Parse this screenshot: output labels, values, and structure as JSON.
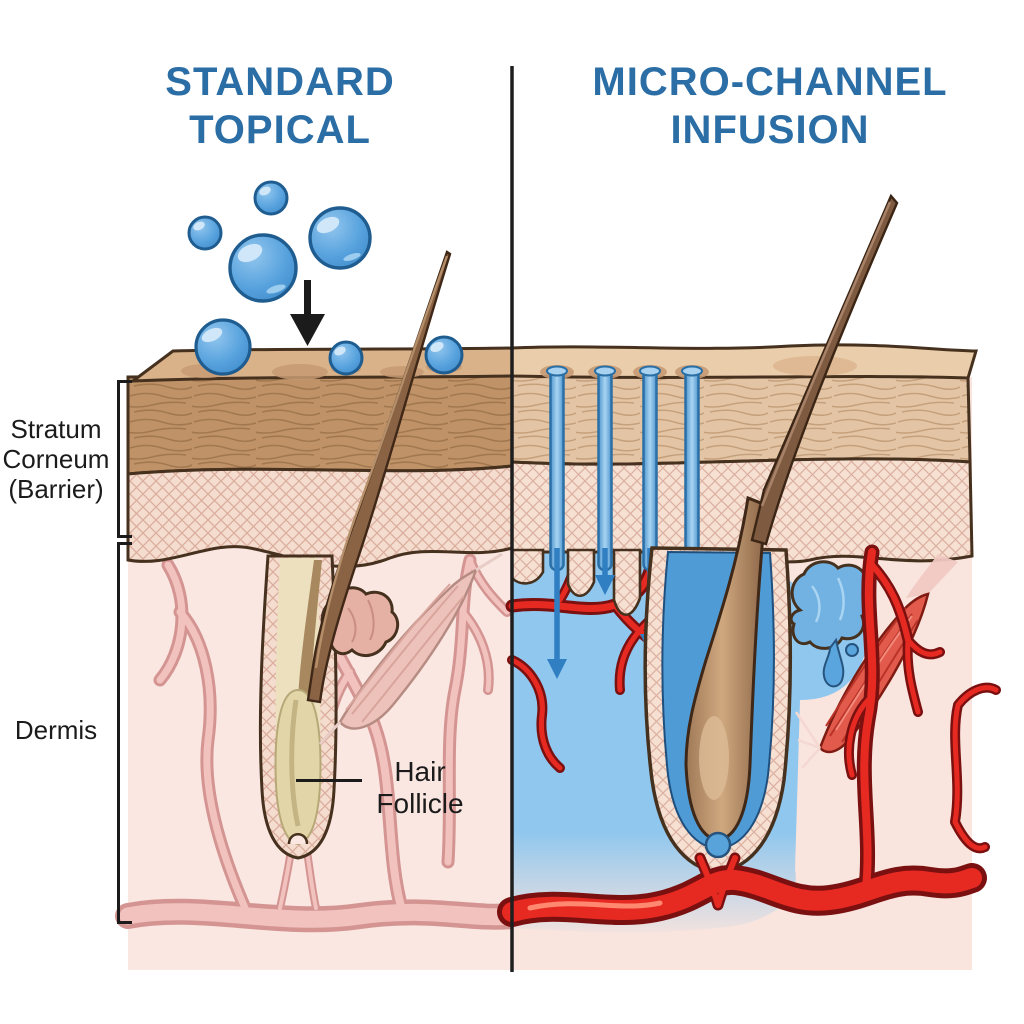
{
  "figure": {
    "left_panel": {
      "title_line1": "STANDARD",
      "title_line2": "TOPICAL"
    },
    "right_panel": {
      "title_line1": "MICRO-CHANNEL",
      "title_line2": "INFUSION"
    },
    "labels": {
      "stratum_corneum": "Stratum Corneum (Barrier)",
      "dermis": "Dermis",
      "hair_follicle": "Hair Follicle"
    }
  },
  "colors": {
    "title-blue": "#2b6ea6",
    "label-black": "#1b1b1b",
    "divider-black": "#1e1e1e",
    "droplet-blue": "#4e9bd9",
    "droplet-outline": "#1f5c8f",
    "channel-blue": "#7cb8e6",
    "infusion-arrow-blue": "#2f7fc2",
    "diffusion-blue": "#8fc7ee",
    "sc-brown-left": "#bf9367",
    "sc-brown-right": "#e3c5a5",
    "top-tan-left": "#d9b28a",
    "top-tan-right": "#eaceab",
    "hatch-base-left": "#f4dcce",
    "hatch-base-right": "#f6e0d2",
    "dermis-pink-left": "#fae7e2",
    "dermis-pink-right": "#f9e4de",
    "vessel-pale-fill": "#f2c2be",
    "vessel-pale-outline": "#d49592",
    "vessel-red-fill": "#e62a22",
    "vessel-red-outline": "#7a1010",
    "hair-brown": "#8a6244",
    "follicle-cream": "#e2d6a8",
    "muscle-red": "#e25a4b",
    "muscle-pale": "#ecc2ba",
    "outline-dark": "#46301e",
    "arrow-black": "#1b1b1b"
  }
}
